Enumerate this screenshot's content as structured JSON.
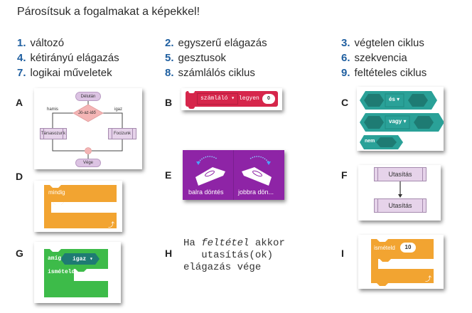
{
  "title": "Párosítsuk a fogalmakat a képekkel!",
  "terms": [
    {
      "num": "1.",
      "label": "változó"
    },
    {
      "num": "2.",
      "label": "egyszerű elágazás"
    },
    {
      "num": "3.",
      "label": "végtelen ciklus"
    },
    {
      "num": "4.",
      "label": "kétirányú elágazás"
    },
    {
      "num": "5.",
      "label": "gesztusok"
    },
    {
      "num": "6.",
      "label": "szekvencia"
    },
    {
      "num": "7.",
      "label": "logikai műveletek"
    },
    {
      "num": "8.",
      "label": "számlálós ciklus"
    },
    {
      "num": "9.",
      "label": "feltételes ciklus"
    }
  ],
  "images": {
    "A": {
      "letter": "A",
      "start": "Délután",
      "decision": "Jó-az-idő",
      "false_label": "hamis",
      "true_label": "igaz",
      "false_action": "Társasozunk",
      "true_action": "Focizunk",
      "end": "Vége"
    },
    "B": {
      "letter": "B",
      "variable": "számláló ▾",
      "keyword": "legyen",
      "value": "0"
    },
    "C": {
      "letter": "C",
      "and": "és ▾",
      "or": "vagy ▾",
      "not": "nem"
    },
    "D": {
      "letter": "D",
      "label": "mindig"
    },
    "E": {
      "letter": "E",
      "left": "balra döntés",
      "right": "jobbra dön..."
    },
    "F": {
      "letter": "F",
      "step1": "Utasítás",
      "step2": "Utasítás"
    },
    "G": {
      "letter": "G",
      "keyword": "amíg",
      "condition": "igaz ▾",
      "repeat": "ismételd"
    },
    "H": {
      "letter": "H",
      "line1_a": "Ha ",
      "line1_b": "feltétel",
      "line1_c": " akkor",
      "line2": "   utasítás(ok)",
      "line3": "elágazás vége"
    },
    "I": {
      "letter": "I",
      "label": "ismételd",
      "value": "10"
    }
  },
  "colors": {
    "number": "#1f5fa0",
    "makecode_red": "#d6264b",
    "makecode_teal": "#2aa198",
    "makecode_orange": "#f2a431",
    "makecode_green": "#3dbb49",
    "makecode_purple": "#8e24a6",
    "flow_purple": "#dcc3e3",
    "flow_pink": "#f4b5b5"
  }
}
